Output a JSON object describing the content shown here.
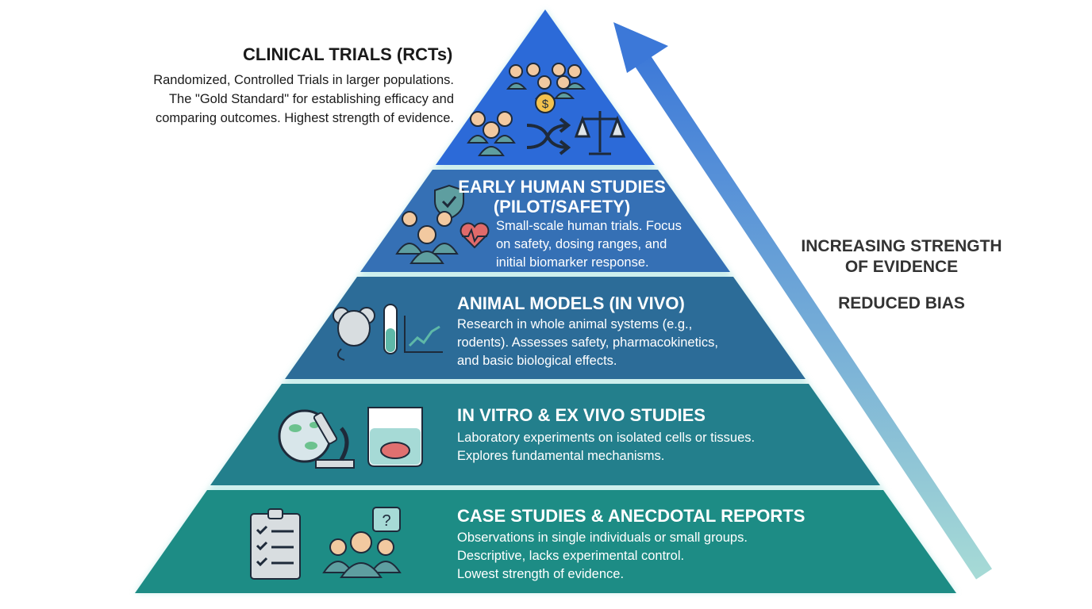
{
  "colors": {
    "tier1": "#2c6ad8",
    "tier2": "#3570b5",
    "tier3": "#2c6c98",
    "tier4": "#237f8c",
    "tier5": "#1d8c85",
    "arrow_top": "#3c78d8",
    "arrow_bottom": "#a6dad6"
  },
  "side_annotation": {
    "title": "CLINICAL TRIALS (RCTs)",
    "lines": [
      "Randomized, Controlled Trials in larger populations.",
      "The \"Gold Standard\" for establishing efficacy and",
      "comparing outcomes. Highest strength of evidence."
    ]
  },
  "tiers": [
    {
      "title_lines": [
        "EARLY HUMAN STUDIES",
        "(PILOT/SAFETY)"
      ],
      "lines": [
        "Small-scale human trials. Focus",
        "on safety, dosing ranges, and",
        "initial biomarker response."
      ],
      "icons": [
        "shield-check-icon",
        "people-group-icon",
        "heart-rate-icon"
      ]
    },
    {
      "title": "ANIMAL MODELS (IN VIVO)",
      "lines": [
        "Research in whole animal systems (e.g.,",
        "rodents). Assesses safety, pharmacokinetics,",
        "and basic biological effects."
      ],
      "icons": [
        "mouse-icon",
        "test-tube-icon",
        "line-chart-icon"
      ]
    },
    {
      "title": "IN VITRO & EX VIVO STUDIES",
      "lines": [
        "Laboratory experiments on isolated cells or tissues.",
        "Explores fundamental mechanisms."
      ],
      "icons": [
        "petri-dish-icon",
        "microscope-icon",
        "beaker-tissue-icon"
      ]
    },
    {
      "title": "CASE STUDIES & ANECDOTAL REPORTS",
      "lines": [
        "Observations in single individuals or small groups.",
        "Descriptive, lacks experimental control.",
        "Lowest strength of evidence."
      ],
      "icons": [
        "clipboard-checklist-icon",
        "people-question-icon"
      ]
    }
  ],
  "top_icons": [
    "people-groups-icon",
    "coin-icon",
    "shuffle-icon",
    "balance-scale-icon"
  ],
  "arrow_labels": {
    "line1": "INCREASING STRENGTH",
    "line2": "OF EVIDENCE",
    "line3": "REDUCED BIAS"
  }
}
